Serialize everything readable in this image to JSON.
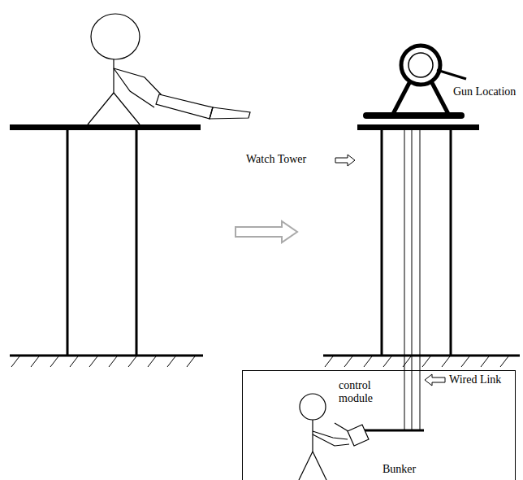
{
  "diagram": {
    "nodes": [
      {
        "text": [
          "Bunker"
        ]
      }
    ],
    "labels": [
      "Watch Tower",
      "Gun Location",
      "control module",
      "Wired Link"
    ]
  }
}
